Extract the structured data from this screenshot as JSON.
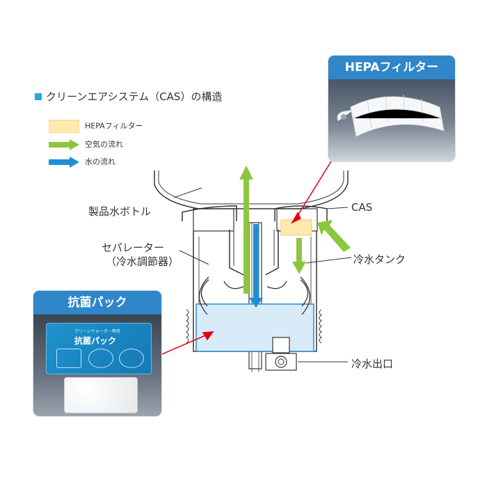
{
  "title": "クリーンエアシステム（CAS）の構造",
  "legend": {
    "hepa": "HEPAフィルター",
    "air": "空気の流れ",
    "water": "水の流れ"
  },
  "labels": {
    "bottle": "製品水ボトル",
    "separator_line1": "セパレーター",
    "separator_line2": "（冷水調節器）",
    "cas": "CAS",
    "cold_tank": "冷水タンク",
    "cold_outlet": "冷水出口"
  },
  "hepa_card": {
    "heading": "HEPAフィルター"
  },
  "pack_card": {
    "heading": "抗菌パック",
    "pack_label": "抗菌パック",
    "pack_small_text": "クリーンウォーター専用"
  },
  "colors": {
    "accent_blue": "#2f86c8",
    "air_green": "#8cc63f",
    "water_blue": "#1e8fd6",
    "hepa_yellow": "#fde9ad",
    "tank_water": "#d7ebf8",
    "pointer_red": "#e60012"
  }
}
